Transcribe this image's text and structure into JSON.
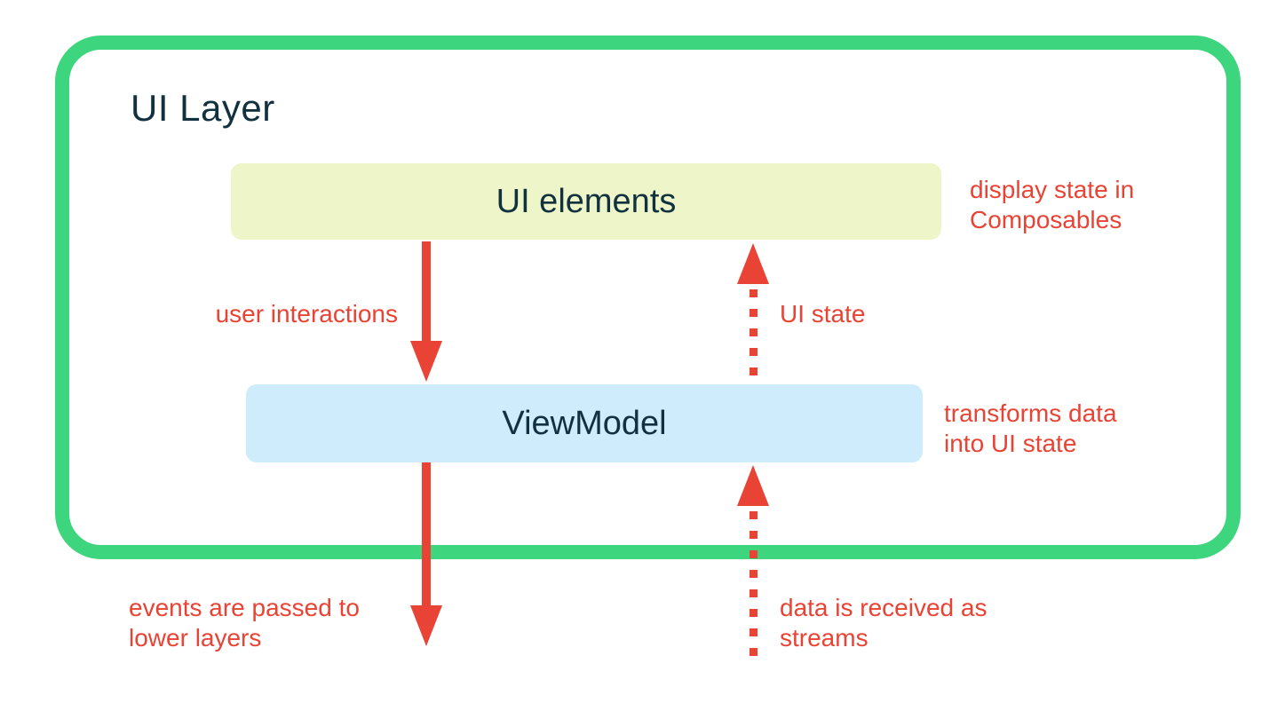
{
  "colors": {
    "green": "#3dd57d",
    "red": "#e84334",
    "navy": "#12313f",
    "yellow_box": "#edf5c9",
    "blue_box": "#cfecfc",
    "background": "#ffffff"
  },
  "diagram": {
    "title": "UI Layer",
    "boxes": {
      "ui_elements": {
        "label": "UI elements",
        "annotation": "display state in Composables"
      },
      "view_model": {
        "label": "ViewModel",
        "annotation": "transforms data into UI state"
      }
    },
    "arrows": {
      "user_interactions": {
        "label": "user interactions",
        "style": "solid",
        "direction": "down",
        "from": "UI elements",
        "to": "ViewModel"
      },
      "ui_state": {
        "label": "UI state",
        "style": "dotted",
        "direction": "up",
        "from": "ViewModel",
        "to": "UI elements"
      },
      "events_lower_layers": {
        "label": "events are passed to lower layers",
        "style": "solid",
        "direction": "down",
        "from": "ViewModel",
        "to": "lower layers"
      },
      "data_streams": {
        "label": "data is received as streams",
        "style": "dotted",
        "direction": "up",
        "from": "lower layers",
        "to": "ViewModel"
      }
    }
  }
}
